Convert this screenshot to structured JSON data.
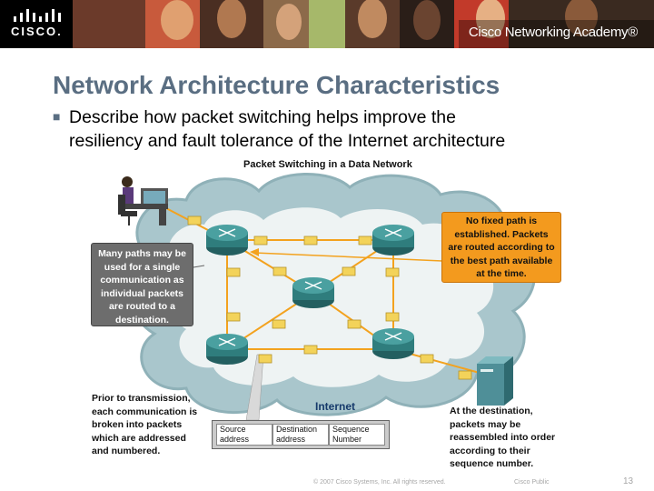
{
  "header": {
    "brand_word": "CISCO.",
    "academy": "Cisco Networking Academy®"
  },
  "slide": {
    "title": "Network Architecture Characteristics",
    "bullet_line1": "Describe how packet switching helps improve the",
    "bullet_line2": "resiliency and fault tolerance of the Internet architecture"
  },
  "diagram": {
    "title": "Packet Switching in a Data Network",
    "callout_left": [
      "Many paths may be",
      "used for a single",
      "communication as",
      "individual packets",
      "are routed to a",
      "destination."
    ],
    "callout_right": [
      "No fixed path is",
      "established. Packets",
      "are routed according to",
      "the best path available",
      "at the time."
    ],
    "note_left": [
      "Prior to transmission,",
      "each communication is",
      "broken into packets",
      "which are addressed",
      "and numbered."
    ],
    "note_right": [
      "At the destination,",
      "packets may be",
      "reassembled into order",
      "according to their",
      "sequence number."
    ],
    "internet_label": "Internet",
    "packet_fields": [
      {
        "title": "Source",
        "sub": "address"
      },
      {
        "title": "Destination",
        "sub": "address"
      },
      {
        "title": "Sequence",
        "sub": "Number"
      }
    ]
  },
  "footer": {
    "copyright": "© 2007 Cisco Systems, Inc. All rights reserved.",
    "classification": "Cisco Public",
    "page": "13"
  },
  "colors": {
    "title": "#5a6e82",
    "cloud": "#a9c6cc",
    "router": "#2f7d7d",
    "callout_orange": "#f39a1e",
    "callout_gray": "#6d6d6d",
    "packet": "#f3d35a"
  }
}
